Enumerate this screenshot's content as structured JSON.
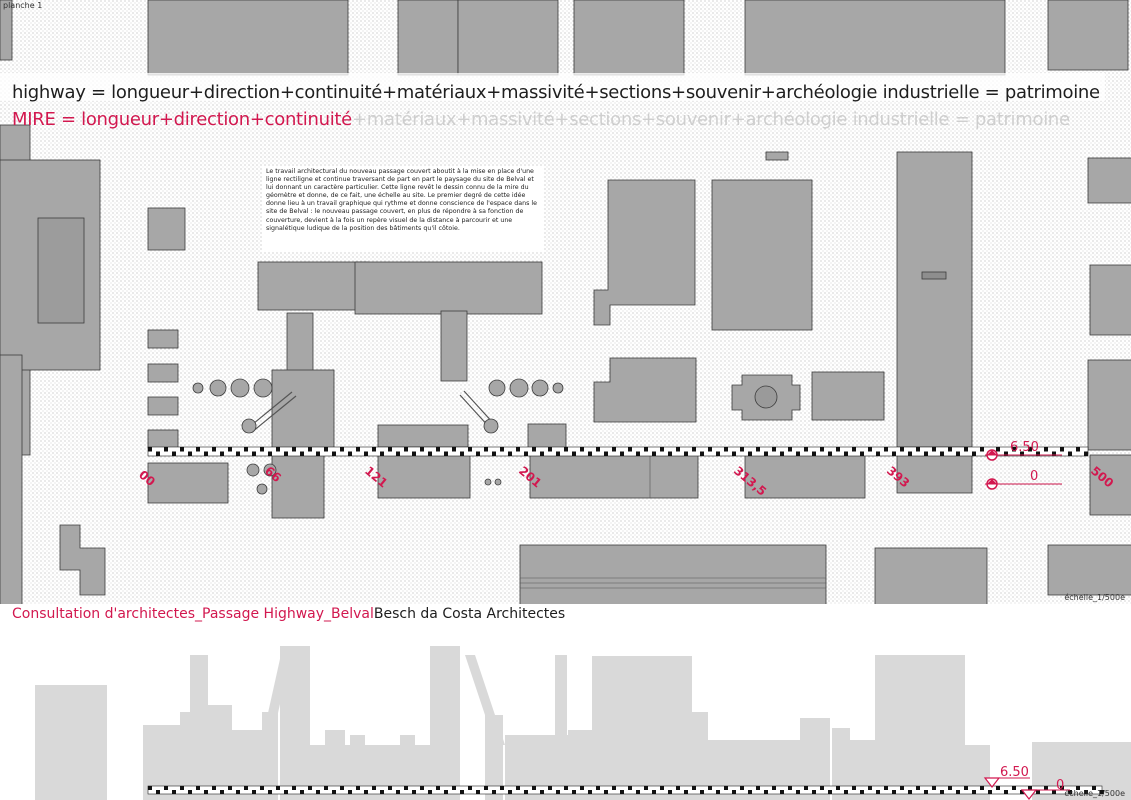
{
  "sheet": {
    "label": "planche 1",
    "scale_plan": "échelle_1/500e",
    "scale_section": "échelle_1/500e"
  },
  "formula": {
    "line1": "highway = longueur+direction+continuité+matériaux+massivité+sections+souvenir+archéologie industrielle = patrimoine",
    "line2_highlight": "MIRE =  longueur+direction+continuité",
    "line2_rest": "+matériaux+massivité+sections+souvenir+archéologie industrielle = patrimoine"
  },
  "description": "Le travail architectural du nouveau passage couvert aboutit à la mise en place d'une ligne rectiligne et continue traversant de part en part le paysage du site de Belval et lui donnant un caractère particulier. Cette ligne revêt le dessin connu de la mire du géomètre et donne, de ce fait, une échelle au site. Le premier degré de cette idée donne lieu à un travail graphique qui rythme et donne conscience de l'espace dans le site de Belval : le nouveau passage couvert, en plus de répondre à sa fonction de couverture, devient à la fois un repère visuel de la distance à parcourir et une signalétique ludique de la position des bâtiments qu'il côtoie.",
  "plan": {
    "distance_labels": [
      "00",
      "66",
      "121",
      "201",
      "313,5",
      "393",
      "500"
    ],
    "level_high": "6.50",
    "level_low": "0"
  },
  "section": {
    "level_high": "6.50",
    "level_low": "0"
  },
  "caption": {
    "project": "Consultation d'architectes_Passage Highway_Belval",
    "firm": "Besch da Costa Architectes"
  },
  "colors": {
    "accent": "#d2184f",
    "building": "#a7a7a7",
    "section_fill": "#d9d9d9"
  }
}
